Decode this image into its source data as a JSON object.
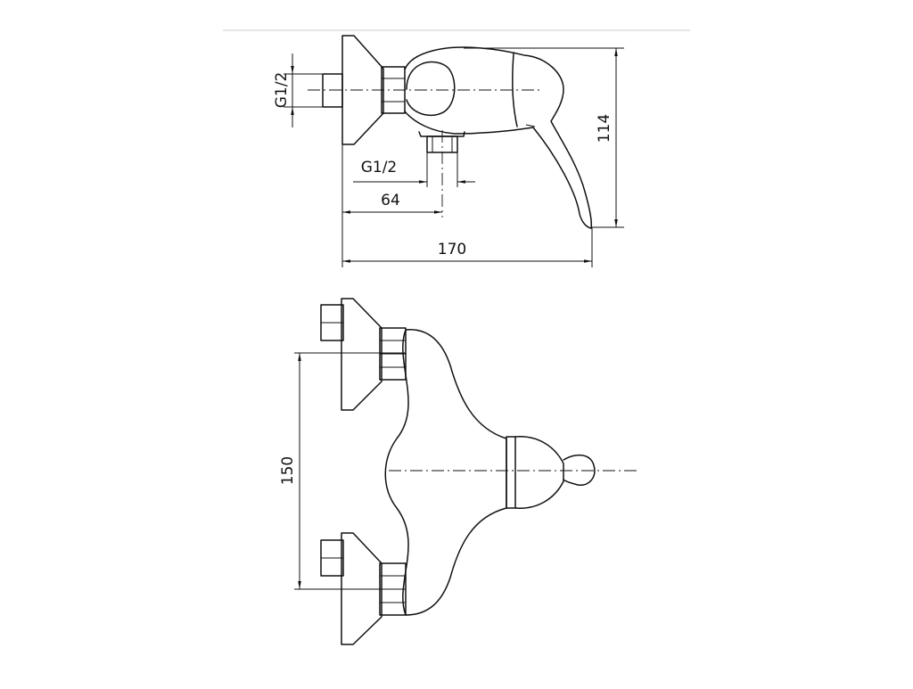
{
  "drawing": {
    "side_view": {
      "inlet_thread_label": "G1/2",
      "outlet_thread_label": "G1/2",
      "outlet_offset_label": "64",
      "height_label": "114",
      "overall_length_label": "170"
    },
    "front_view": {
      "inlet_spacing_label": "150"
    }
  },
  "colors": {
    "line": "#111111",
    "background": "#ffffff"
  }
}
